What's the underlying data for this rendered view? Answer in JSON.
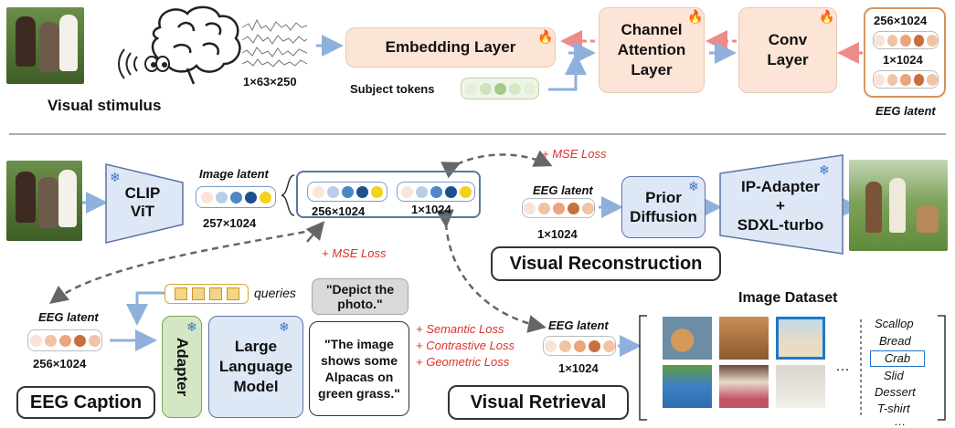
{
  "top": {
    "visual_stimulus": "Visual stimulus",
    "eeg_shape": "1×63×250",
    "embedding_layer": "Embedding Layer",
    "subject_tokens": "Subject tokens",
    "channel_attention": [
      "Channel",
      "Attention",
      "Layer"
    ],
    "conv_layer": [
      "Conv",
      "Layer"
    ],
    "eeg_latent_top_shape1": "256×1024",
    "eeg_latent_top_shape2": "1×1024",
    "eeg_latent_top_label": "EEG latent"
  },
  "bottom": {
    "clip_vit": [
      "CLIP",
      "ViT"
    ],
    "image_latent_label": "Image latent",
    "image_latent_shape": "257×1024",
    "split_shape_left": "256×1024",
    "split_shape_right": "1×1024",
    "mse_loss_top": "+ MSE Loss",
    "mse_loss_mid": "+ MSE Loss",
    "recon_eeg_label": "EEG latent",
    "recon_eeg_shape": "1×1024",
    "prior_diffusion": [
      "Prior",
      "Diffusion"
    ],
    "ip_adapter": [
      "IP-Adapter",
      "+",
      "SDXL-turbo"
    ],
    "visual_reconstruction": "Visual Reconstruction",
    "image_dataset": "Image Dataset",
    "caption_eeg_label": "EEG latent",
    "caption_eeg_shape": "256×1024",
    "queries": "queries",
    "prompt": "\"Depict the photo.\"",
    "adapter": "Adapter",
    "llm": [
      "Large",
      "Language",
      "Model"
    ],
    "llm_output": "\"The image shows some Alpacas on green grass.\"",
    "eeg_caption": "EEG Caption",
    "losses": [
      "+ Semantic Loss",
      "+ Contrastive Loss",
      "+ Geometric Loss"
    ],
    "retrieval_eeg_label": "EEG latent",
    "retrieval_eeg_shape": "1×1024",
    "visual_retrieval": "Visual Retrieval",
    "dataset_labels": [
      "Scallop",
      "Bread",
      "Crab",
      "Slid",
      "Dessert",
      "T-shirt",
      "…"
    ],
    "ellipsis": "…"
  },
  "colors": {
    "peach": "#fce4d6",
    "blue_box": "#dde7f6",
    "green_adapter": "#d3e7c4",
    "loss_red": "#e0312b",
    "arrow_blue": "#8fb0dc",
    "highlight_blue": "#1f77c9",
    "eeg_latent_border": "#d8935a"
  }
}
